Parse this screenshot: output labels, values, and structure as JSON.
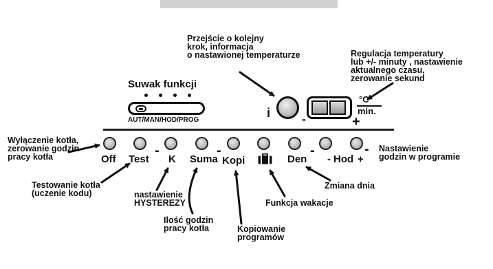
{
  "slider": {
    "title": "Suwak funkcji",
    "modes": "AUT/MAN/HOD/PROG"
  },
  "display": {
    "info_key": "i",
    "minus": "-",
    "plus": "+",
    "unit_top": "°C",
    "unit_bottom": "min."
  },
  "buttons": {
    "off": "Off",
    "test": "Test",
    "k": "K",
    "suma": "Suma",
    "kopi": "Kopi",
    "den": "Den",
    "hod": "Hod",
    "dash": "-",
    "plus": "+"
  },
  "annotations": {
    "next_step": [
      "Przejście o kolejny",
      "krok, informacja",
      "o nastawionej temperaturze"
    ],
    "temp_adjust": [
      "Regulacja temperatury",
      "lub +/- minuty , nastawienie",
      "aktualnego czasu,",
      "zerowanie sekund"
    ],
    "off_desc": [
      "Wyłączenie kotła,",
      "zerowanie godzin",
      "pracy kotła"
    ],
    "test_desc": [
      "Testowanie kotła",
      "(uczenie kodu)"
    ],
    "hysteresis": [
      "nastawienie",
      "HYSTEREZY"
    ],
    "hours": [
      "Ilość godzin",
      "pracy kotła"
    ],
    "copy": [
      "Kopiowanie",
      "programów"
    ],
    "vacation": "Funkcja wakacje",
    "day_change": "Zmiana dnia",
    "program_hours": [
      "Nastawienie",
      "godzin w programie"
    ]
  }
}
